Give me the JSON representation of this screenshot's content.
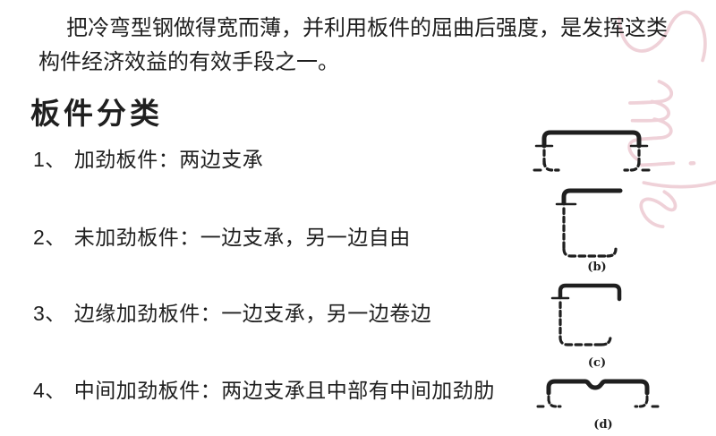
{
  "colors": {
    "ink": "#1f1f1f",
    "watermark": "#dd9cab"
  },
  "watermark": {
    "text": "Smile"
  },
  "intro": {
    "line1": "把冷弯型钢做得宽而薄，并利用板件的屈曲后强度，是发挥这类",
    "line2": "构件经济效益的有效手段之一。"
  },
  "heading": "板件分类",
  "items": [
    {
      "number": "1、",
      "text": "加劲板件：两边支承"
    },
    {
      "number": "2、",
      "text": "未加劲板件：一边支承，另一边自由"
    },
    {
      "number": "3、",
      "text": "边缘加劲板件：一边支承，另一边卷边"
    },
    {
      "number": "4、",
      "text": "中间加劲板件：两边支承且中部有中间加劲肋"
    }
  ],
  "figures": [
    {
      "label": "(b)"
    },
    {
      "label": "(c)"
    },
    {
      "label": "(d)"
    }
  ]
}
